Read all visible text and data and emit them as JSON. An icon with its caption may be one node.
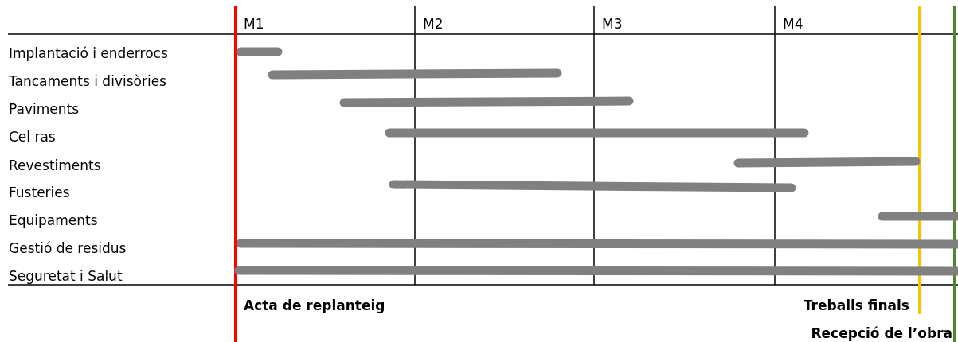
{
  "diagram": {
    "labels": [
      "M1",
      "M2",
      "M3",
      "M4",
      "Implantació i enderrocs",
      "Tancaments i divisòries",
      "Paviments",
      "Cel ras",
      "Revestiments",
      "Fusteries",
      "Equipaments",
      "Gestió de residus",
      "Seguretat i Salut",
      "Acta de replanteig",
      "Treballs finals",
      "Recepció de l’obra"
    ]
  }
}
